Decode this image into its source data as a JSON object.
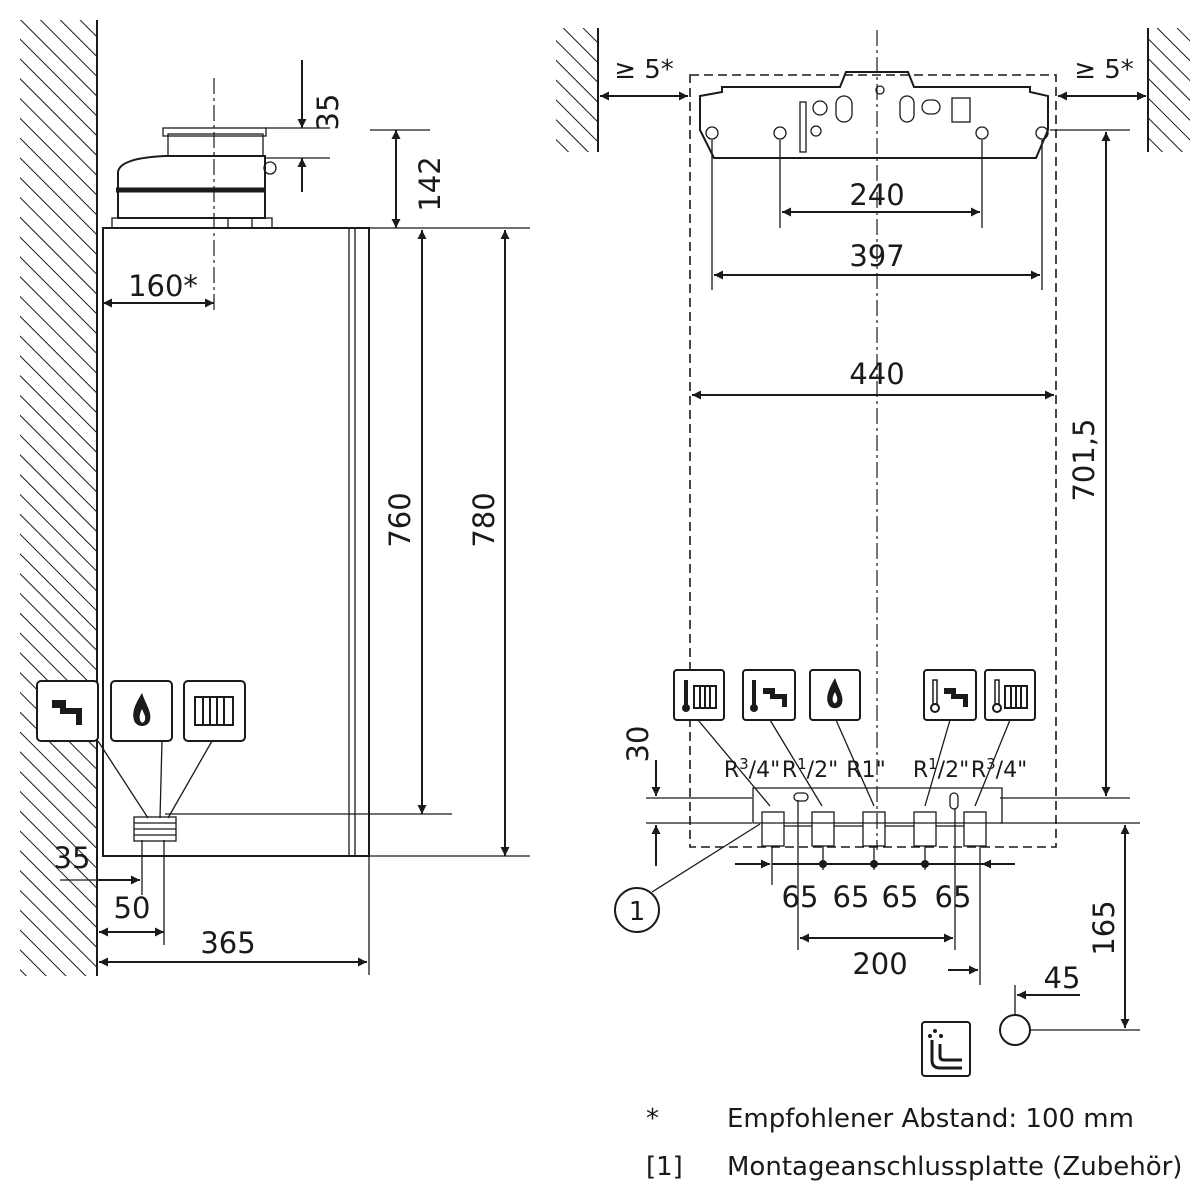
{
  "side_view": {
    "dims": {
      "d35_top": "35",
      "d142": "142",
      "d160": "160*",
      "d760": "760",
      "d780": "780",
      "d35_bottom": "35",
      "d50": "50",
      "d365": "365"
    },
    "icons": [
      "tap-icon",
      "flame-icon",
      "radiator-icon"
    ]
  },
  "front_view": {
    "dims": {
      "gap_left": "≥ 5*",
      "gap_right": "≥ 5*",
      "d240": "240",
      "d397": "397",
      "d440": "440",
      "d701": "701,5",
      "d30": "30",
      "d165": "165",
      "d45": "45",
      "d200": "200",
      "spacing": [
        "65",
        "65",
        "65",
        "65"
      ]
    },
    "connections": [
      {
        "label": "R3/4\"",
        "icon": "heating-flow-icon"
      },
      {
        "label": "R1/2\"",
        "icon": "hot-water-icon"
      },
      {
        "label": "R1\"",
        "icon": "gas-icon"
      },
      {
        "label": "R1/2\"",
        "icon": "cold-water-icon"
      },
      {
        "label": "R3/4\"",
        "icon": "heating-return-icon"
      }
    ],
    "callout": "1",
    "drain_icon": "drain-icon"
  },
  "legend": [
    {
      "key": "*",
      "text": "Empfohlener Abstand: 100 mm"
    },
    {
      "key": "[1]",
      "text": "Montageanschlussplatte (Zubehör)"
    }
  ]
}
